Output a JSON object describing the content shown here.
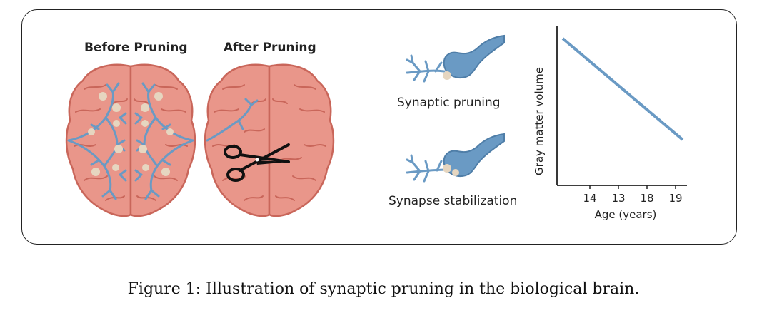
{
  "figure": {
    "caption": "Figure 1: Illustration of synaptic pruning in the biological brain."
  },
  "brains": {
    "before_label": "Before Pruning",
    "after_label": "After Pruning"
  },
  "synapses": {
    "pruning_label": "Synaptic pruning",
    "stabilization_label": "Synapse stabilization"
  },
  "colors": {
    "brain_fill": "#e9968a",
    "brain_stroke": "#c9665a",
    "neuron_blue": "#6a9ac4",
    "node_beige": "#e6d6c0"
  },
  "chart_data": {
    "type": "line",
    "ylabel": "Gray matter volume",
    "xlabel": "Age (years)",
    "tick_labels": [
      "14",
      "13",
      "18",
      "19"
    ],
    "series": [
      {
        "x": [
          "14",
          "19"
        ],
        "y": [
          1.0,
          0.0
        ],
        "trend": "decreasing"
      }
    ],
    "y_ticks_shown": false,
    "grid": false
  }
}
